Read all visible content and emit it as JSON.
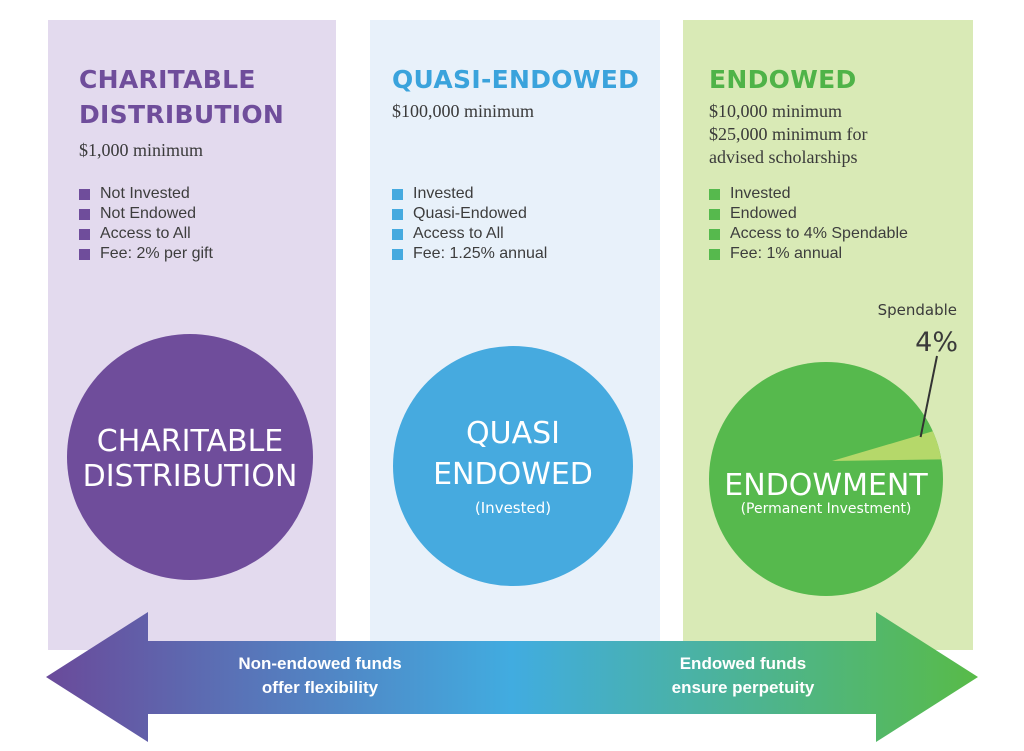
{
  "colors": {
    "purple": "#6f4d9b",
    "purple_light": "#e3daee",
    "blue": "#46aadf",
    "blue_light": "#e8f1fa",
    "green": "#56b94d",
    "green_light": "#d9eab6",
    "spendable": "#b5d86a"
  },
  "columns": [
    {
      "title": [
        "CHARITABLE",
        "DISTRIBUTION"
      ],
      "minimum": [
        "$1,000 minimum"
      ],
      "features": [
        "Not Invested",
        "Not Endowed",
        "Access to All",
        "Fee: 2% per gift"
      ],
      "circle": {
        "lines": [
          "CHARITABLE",
          "DISTRIBUTION"
        ],
        "sublabel": ""
      }
    },
    {
      "title": [
        "QUASI-ENDOWED"
      ],
      "minimum": [
        "$100,000 minimum"
      ],
      "features": [
        "Invested",
        "Quasi-Endowed",
        "Access to All",
        "Fee: 1.25% annual"
      ],
      "circle": {
        "lines": [
          "QUASI",
          "ENDOWED"
        ],
        "sublabel": "(Invested)"
      }
    },
    {
      "title": [
        "ENDOWED"
      ],
      "minimum": [
        "$10,000 minimum",
        "$25,000 minimum for",
        "advised scholarships"
      ],
      "features": [
        "Invested",
        "Endowed",
        "Access to 4% Spendable",
        "Fee: 1% annual"
      ],
      "circle": {
        "lines": [
          "ENDOWMENT"
        ],
        "sublabel": "(Permanent Investment)"
      }
    }
  ],
  "pie": {
    "spendable_label": "Spendable",
    "spendable_value": "4%",
    "spendable_percent": 4
  },
  "arrow": {
    "left_text": [
      "Non-endowed funds",
      "offer flexibility"
    ],
    "right_text": [
      "Endowed funds",
      "ensure perpetuity"
    ]
  }
}
